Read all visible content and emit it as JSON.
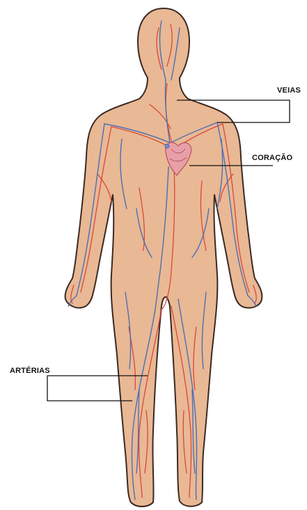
{
  "labels": {
    "veias": "VEIAS",
    "coracao": "CORAÇÃO",
    "arterias": "ARTÉRIAS"
  },
  "colors": {
    "skin": "#e9b894",
    "skin_outline": "#3a2a22",
    "vein": "#4b6fb5",
    "artery": "#d8483a",
    "heart": "#e8a0a8",
    "leader_line": "#111111"
  },
  "icons": [
    "human-body-figure",
    "heart-icon"
  ]
}
